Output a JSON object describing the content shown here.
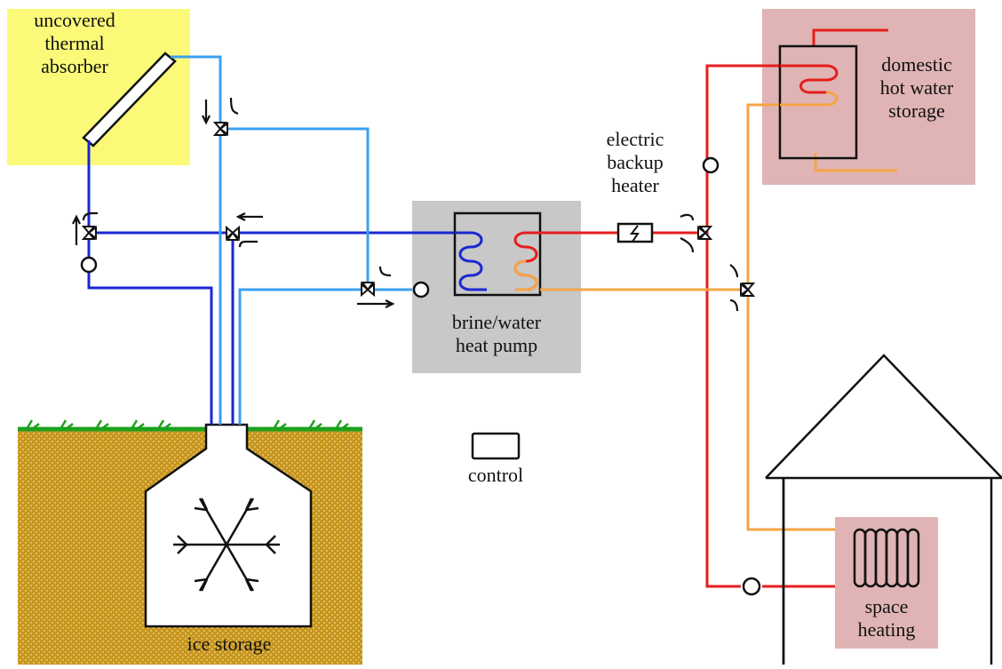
{
  "labels": {
    "absorber": [
      "uncovered",
      "thermal",
      "absorber"
    ],
    "heat_pump": [
      "brine/water",
      "heat pump"
    ],
    "electric_heater": [
      "electric",
      "backup",
      "heater"
    ],
    "dhw_storage": [
      "domestic",
      "hot water",
      "storage"
    ],
    "control": "control",
    "ice_storage": "ice storage",
    "space_heating": [
      "space",
      "heating"
    ]
  },
  "colors": {
    "absorber_bg": "#fafa78",
    "heat_pump_bg": "#c8c8c8",
    "dhw_bg": "#e0b4b4",
    "space_heating_bg": "#e0b4b4",
    "ground": "#c8961e",
    "grass": "#1ea01e",
    "brine_dark": "#1a28d2",
    "brine_light": "#3ca0f0",
    "hot_supply": "#e61e1e",
    "return": "#f5a546"
  }
}
